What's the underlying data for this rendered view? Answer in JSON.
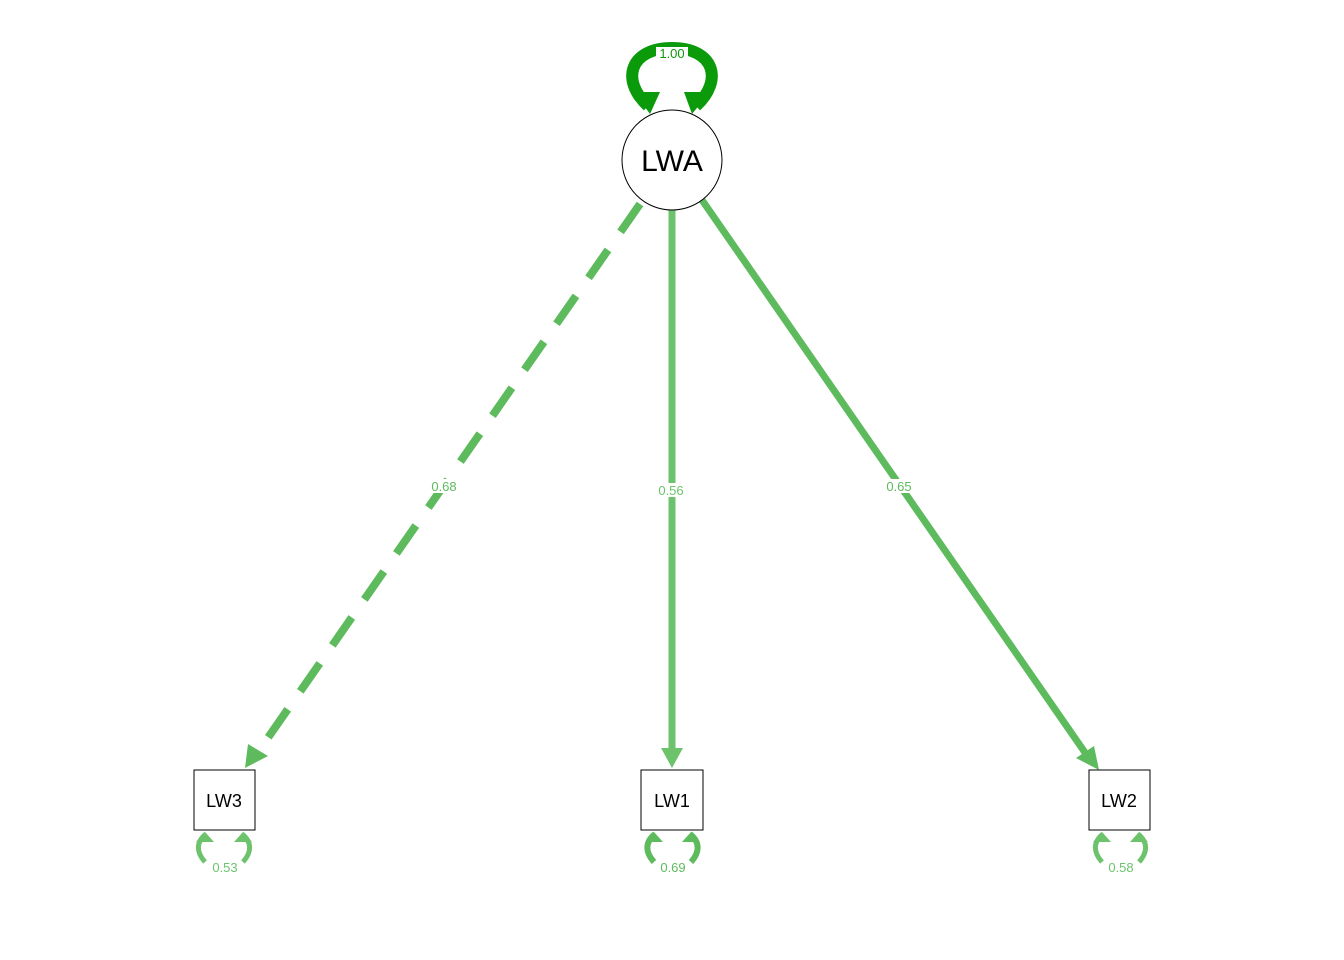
{
  "colors": {
    "strong": "#0a9a0a",
    "loading": "#5dbb5d",
    "residual": "#6cc36c",
    "node_stroke": "#000000"
  },
  "nodes": {
    "latent": {
      "label": "LWA",
      "variance": "1.00"
    },
    "manifest": [
      {
        "id": "lw3",
        "label": "LW3",
        "residual": "0.53"
      },
      {
        "id": "lw1",
        "label": "LW1",
        "residual": "0.69"
      },
      {
        "id": "lw2",
        "label": "LW2",
        "residual": "0.58"
      }
    ]
  },
  "edges": [
    {
      "from": "LWA",
      "to": "LW3",
      "value": "0.68",
      "style": "dashed"
    },
    {
      "from": "LWA",
      "to": "LW1",
      "value": "0.56",
      "style": "solid"
    },
    {
      "from": "LWA",
      "to": "LW2",
      "value": "0.65",
      "style": "solid"
    }
  ]
}
